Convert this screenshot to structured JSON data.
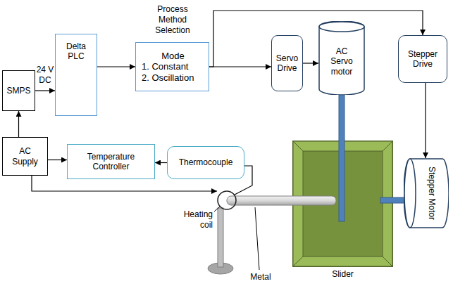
{
  "diagram": {
    "nodes": [
      {
        "text": [
          "SMPS"
        ]
      },
      {
        "text": [
          "Delta PLC"
        ]
      },
      {
        "text": [
          "Mode",
          "1. Constant",
          "2. Oscillation"
        ]
      },
      {
        "text": [
          "Servo Drive"
        ]
      },
      {
        "text": [
          "AC Servo motor"
        ]
      },
      {
        "text": [
          "Stepper Drive"
        ]
      },
      {
        "text": [
          "AC Supply"
        ]
      },
      {
        "text": [
          "Temperature Controller"
        ]
      },
      {
        "text": [
          "Thermocouple"
        ]
      },
      {
        "text": [
          "Stepper Motor"
        ]
      },
      {
        "text": [
          "Slider"
        ]
      }
    ],
    "edges": [
      {
        "from": 0,
        "to": 1,
        "arrow": "to"
      },
      {
        "from": 1,
        "to": 2,
        "arrow": "to"
      },
      {
        "from": 2,
        "to": 3,
        "arrow": "to"
      },
      {
        "from": 3,
        "to": 4,
        "arrow": "to"
      },
      {
        "from": 2,
        "to": 5,
        "arrow": "to"
      },
      {
        "from": 5,
        "to": 9,
        "arrow": "to"
      },
      {
        "from": 6,
        "to": 0,
        "arrow": "to"
      },
      {
        "from": 6,
        "to": 7,
        "arrow": "to"
      },
      {
        "from": 8,
        "to": 7,
        "arrow": "to"
      }
    ],
    "labels": [
      "Process Method Selection",
      "24 V DC",
      "Heating coil",
      "Metal"
    ]
  }
}
